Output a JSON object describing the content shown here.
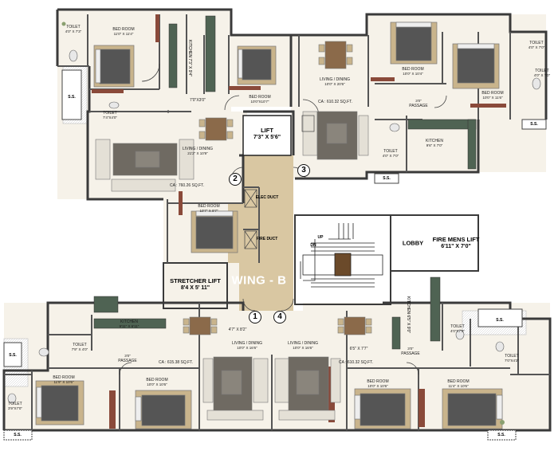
{
  "wing": "WING - B",
  "markers": [
    "1",
    "2",
    "3",
    "4"
  ],
  "core": {
    "lift_top": {
      "name": "LIFT",
      "dim": "7'3\" X 5'6\""
    },
    "elec_duct": "ELEC DUCT",
    "fire_duct": "FIRE DUCT",
    "stretcher_lift": {
      "name": "STRETCHER LIFT",
      "dim": "8'4 X 5' 11\""
    },
    "lobby": "LOBBY",
    "fire_mens_lift": {
      "name": "FIRE MENS LIFT",
      "dim": "6'11\" X 7'0\""
    },
    "stair_up": "UP",
    "stair_dn": "DN"
  },
  "ss": "S.S.",
  "flat2": {
    "toilet_a": {
      "name": "TOILET",
      "dim": "4'0\" X 7'3\""
    },
    "bed_a": {
      "name": "BED ROOM",
      "dim": "11'0\" X 11'4\""
    },
    "kitchen": {
      "name": "KITCHEN",
      "dim": "7'3\" X 9'4\""
    },
    "bed_b": {
      "name": "BED ROOM",
      "dim": "10'0\"X10'7\""
    },
    "toilet_b": {
      "name": "TOILET",
      "dim": "7'4\"X4'0\""
    },
    "passage": "7'0\"X3'0\"",
    "living": {
      "name": "LIVING / DINING",
      "dim": "21'2\" X 10'9\""
    },
    "area": "CA : 760.26 SQ.FT.",
    "bed_c": {
      "name": "BED ROOM",
      "dim": "10'7\" X 9'7\""
    }
  },
  "flat3": {
    "living": {
      "name": "LIVING / DINING",
      "dim": "10'0\" X 20'6\""
    },
    "area": "CA : 610.32 SQ.FT.",
    "bed_a": {
      "name": "BED ROOM",
      "dim": "10'0\" X 10'4\""
    },
    "bed_b": {
      "name": "BED ROOM",
      "dim": "10'0\" X 11'6\""
    },
    "toilet_a": {
      "name": "TOILET",
      "dim": "4'0\" X 7'0\""
    },
    "toilet_b": {
      "name": "TOILET",
      "dim": "4'0\" X 7'0\""
    },
    "passage": {
      "name": "PASSAGE",
      "dim": "3'0\""
    },
    "kitchen": {
      "name": "KITCHEN",
      "dim": "9'6\" X 7'0\""
    }
  },
  "flat1": {
    "kitchen": {
      "name": "KITCHEN",
      "dim": "9'11\" X 6'11\""
    },
    "toilet_a": {
      "name": "TOILET",
      "dim": "7'9\" X 4'0\""
    },
    "passage": {
      "name": "PASSAGE",
      "dim": "3'0\""
    },
    "area": "CA : 615.38 SQ.FT.",
    "foyer": "4'7\" X 8'2\"",
    "living": {
      "name": "LIVING / DINING",
      "dim": "10'0\" X 16'6\""
    },
    "bed_a": {
      "name": "BED ROOM",
      "dim": "11'9\" X 10'6\""
    },
    "bed_b": {
      "name": "BED ROOM",
      "dim": "10'0\" X 10'6\""
    },
    "toilet_b": {
      "name": "TOILET",
      "dim": "3'9\"X7'0\""
    }
  },
  "flat4": {
    "living": {
      "name": "LIVING / DINING",
      "dim": "10'0\" X 16'6\""
    },
    "foyer": "6'5\" X 7'7\"",
    "area": "CA : 610.32 SQ.FT.",
    "kitchen": {
      "name": "KITCHEN",
      "dim": "6'5\" X 9'0\""
    },
    "toilet_a": {
      "name": "TOILET",
      "dim": "4'0\"X7'0\""
    },
    "toilet_b": {
      "name": "TOILET",
      "dim": "7'0\"X4'2\""
    },
    "passage": {
      "name": "PASSAGE",
      "dim": "3'0\""
    },
    "bed_a": {
      "name": "BED ROOM",
      "dim": "10'0\" X 10'6\""
    },
    "bed_b": {
      "name": "BED ROOM",
      "dim": "11'4\" X 10'6\""
    }
  }
}
